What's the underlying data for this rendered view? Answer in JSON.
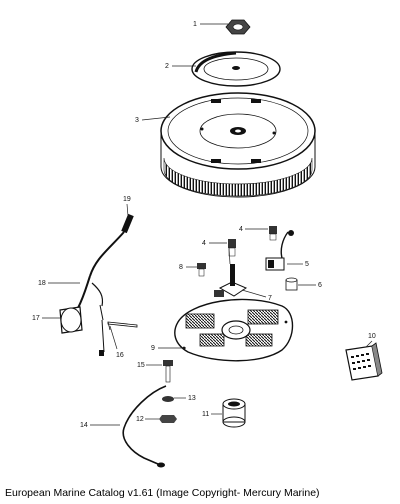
{
  "callouts": [
    "1",
    "2",
    "3",
    "4",
    "5",
    "6",
    "7",
    "8",
    "9",
    "10",
    "11",
    "12",
    "13",
    "14",
    "15",
    "16",
    "17",
    "18",
    "19"
  ],
  "caption": "European Marine Catalog v1.61 (Image Copyright- Mercury Marine)"
}
